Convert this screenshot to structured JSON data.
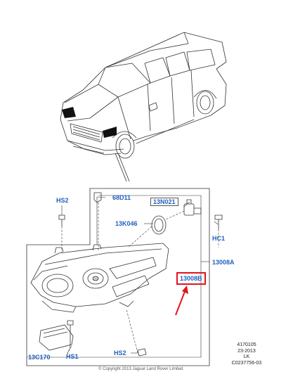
{
  "callouts": {
    "hs2_top": "HS2",
    "d68_11": "68D11",
    "n13_021": "13N021",
    "k13_046": "13K046",
    "hc1": "HC1",
    "a13_008": "13008A",
    "b13_008": "13008B",
    "c13_170": "13C170",
    "hs1": "HS1",
    "hs2_bottom": "HS2"
  },
  "meta": {
    "line1": "4170105",
    "line2": "23-2013",
    "line3": "LK",
    "line4": "C0237756-03"
  },
  "copyright": "© Copyright 2013 Jaguar Land Rover Limited",
  "colors": {
    "callout_text": "#1f5fbf",
    "highlight": "#e0141e",
    "line_art": "#333333"
  }
}
